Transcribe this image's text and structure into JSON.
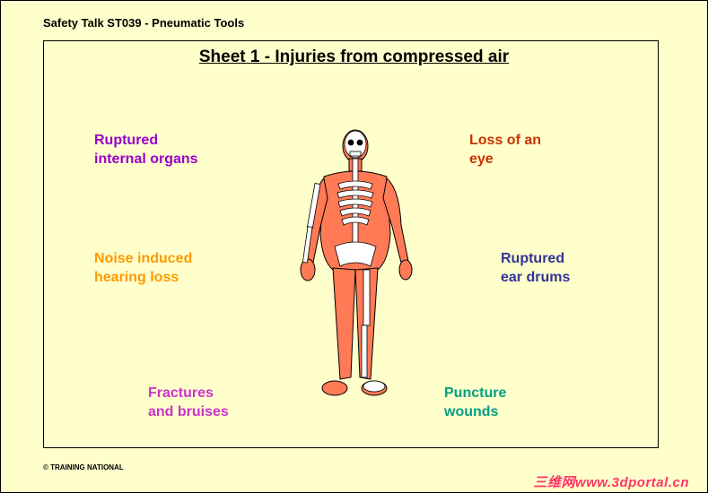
{
  "header": {
    "title": "Safety Talk ST039 - Pneumatic Tools"
  },
  "sheet": {
    "title": "Sheet 1 - Injuries from compressed air"
  },
  "injuries": {
    "internal_organs": {
      "line1": "Ruptured",
      "line2": "internal organs",
      "color": "#9900cc"
    },
    "eye": {
      "line1": "Loss of an",
      "line2": "eye",
      "color": "#cc3300"
    },
    "hearing": {
      "line1": "Noise induced",
      "line2": "hearing loss",
      "color": "#ff9900"
    },
    "ear_drums": {
      "line1": "Ruptured",
      "line2": "ear drums",
      "color": "#333399"
    },
    "fractures": {
      "line1": "Fractures",
      "line2": "and bruises",
      "color": "#cc33cc"
    },
    "puncture": {
      "line1": "Puncture",
      "line2": "wounds",
      "color": "#00a080"
    }
  },
  "colors": {
    "background": "#ffffcc",
    "body": "#ff7a55",
    "bone": "#ffffff"
  },
  "footer": {
    "copyright": "© TRAINING NATIONAL"
  },
  "watermark": {
    "text": "三维网www.3dportal.cn"
  }
}
